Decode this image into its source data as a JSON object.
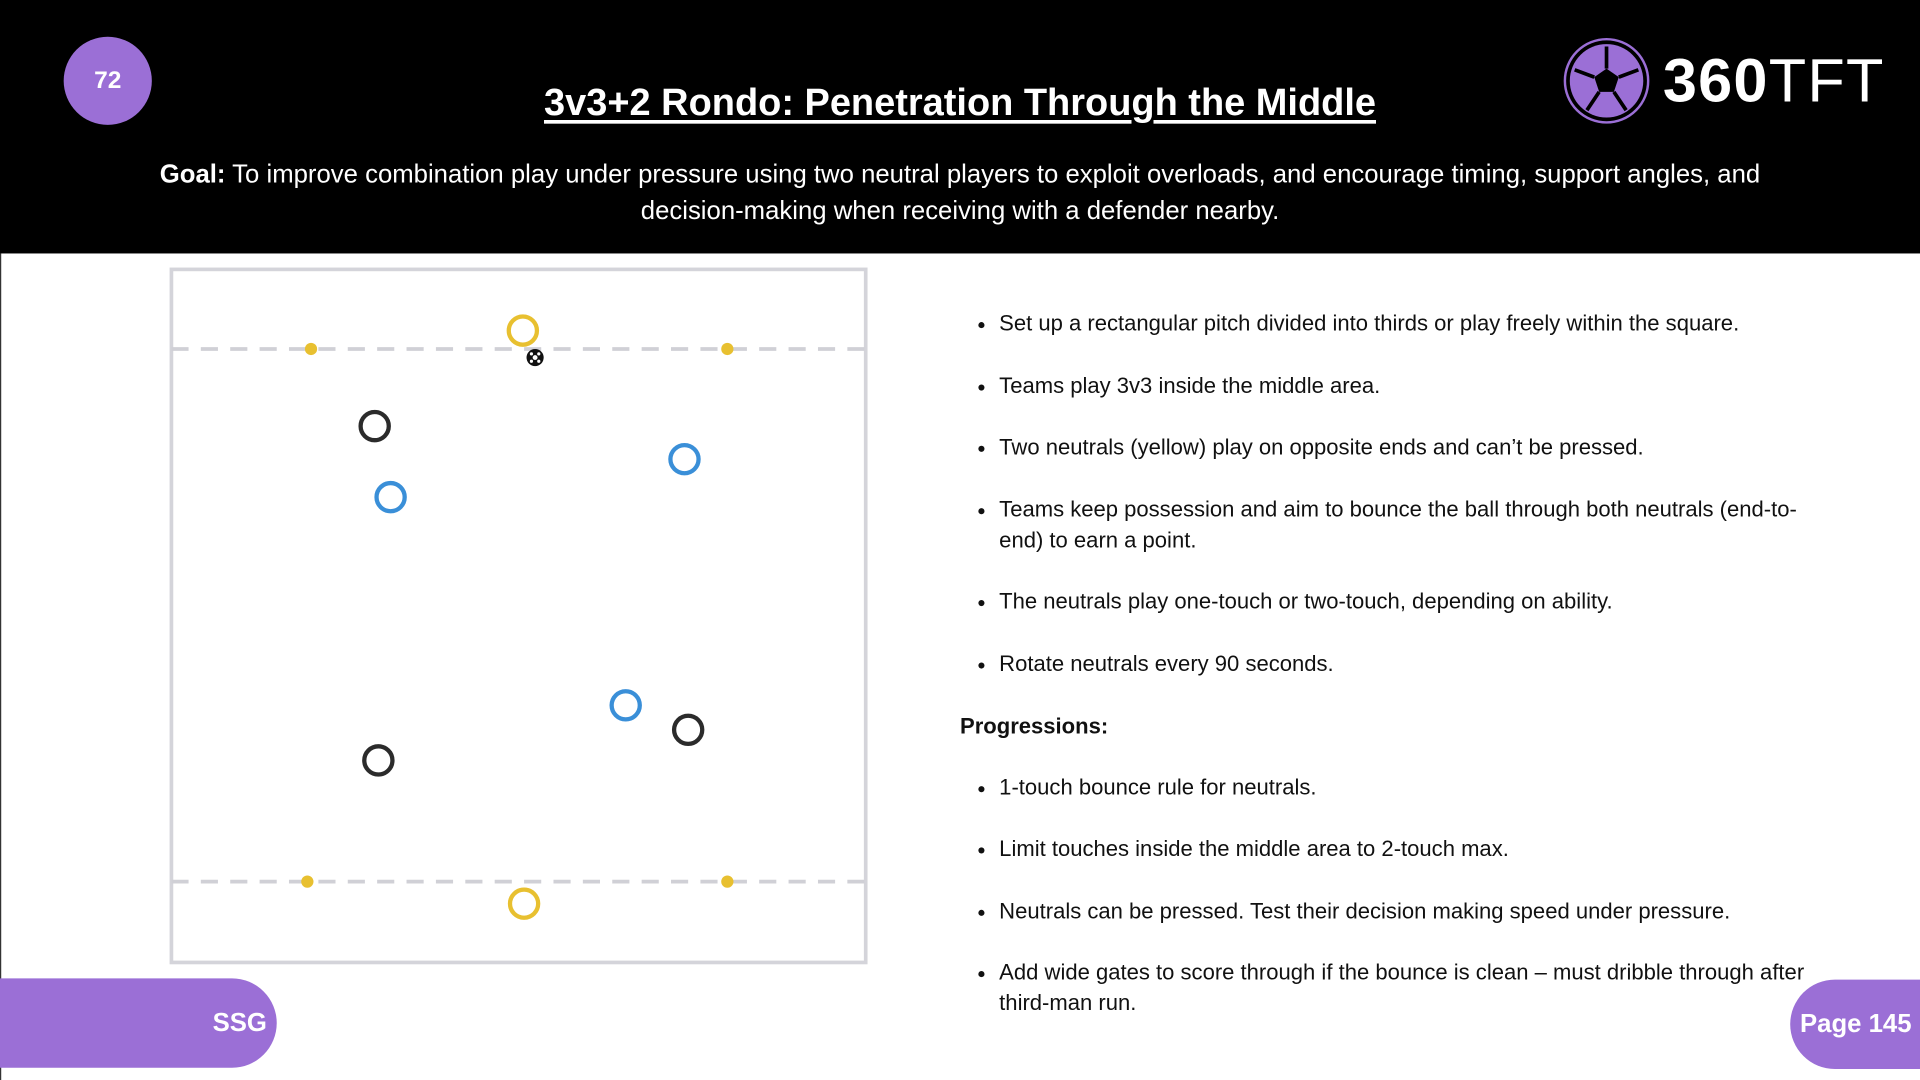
{
  "header": {
    "drill_number": "72",
    "title": "3v3+2 Rondo: Penetration Through the Middle",
    "goal_label": "Goal:",
    "goal_text": " To improve combination play under pressure using two neutral players to exploit overloads, and encourage timing, support angles, and decision-making when receiving with a defender nearby.",
    "logo_text_bold": "360",
    "logo_text_light": "TFT"
  },
  "colors": {
    "accent": "#9b6fd6",
    "neutral": "#e8c030",
    "team_blue": "#3a8fd8",
    "team_black": "#2b2b2b"
  },
  "instructions": [
    "Set up a rectangular pitch divided into thirds or play freely within the square.",
    "Teams play 3v3 inside the middle area.",
    "Two neutrals (yellow) play on opposite ends and can’t be pressed.",
    "Teams keep possession and aim to bounce the ball through both neutrals (end-to-end) to earn a point.",
    "The neutrals play one-touch or two-touch, depending on ability.",
    "Rotate neutrals every 90 seconds."
  ],
  "progressions_label": "Progressions:",
  "progressions": [
    "1-touch bounce rule for neutrals.",
    "Limit touches inside the middle area to 2-touch max.",
    "Neutrals can be pressed.  Test their decision making speed under pressure.",
    "Add wide gates to score through if the bounce is clean – must dribble through after third-man run."
  ],
  "footer": {
    "category": "SSG",
    "page": "Page 145"
  }
}
